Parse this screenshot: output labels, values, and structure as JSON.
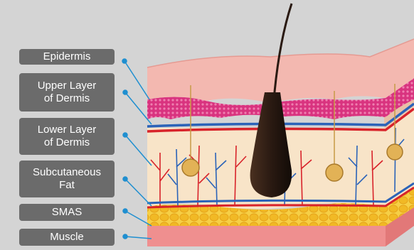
{
  "labels": {
    "epidermis": "Epidermis",
    "upper_dermis": "Upper Layer\nof Dermis",
    "lower_dermis": "Lower Layer\nof Dermis",
    "subcutaneous_fat": "Subcutaneous\nFat",
    "smas": "SMAS",
    "muscle": "Muscle"
  },
  "colors": {
    "background": "#d4d4d4",
    "label_bg": "#6b6b6b",
    "label_text": "#ffffff",
    "connector": "#1f8fd0",
    "epidermis": "#f3b8b0",
    "upper_dermis": "#d9337f",
    "dermis": "#f8e4c8",
    "artery": "#d8232a",
    "vein": "#2b63b8",
    "fat": "#f4c531",
    "muscle": "#ef8f8f",
    "hair": "#2a1a12"
  }
}
